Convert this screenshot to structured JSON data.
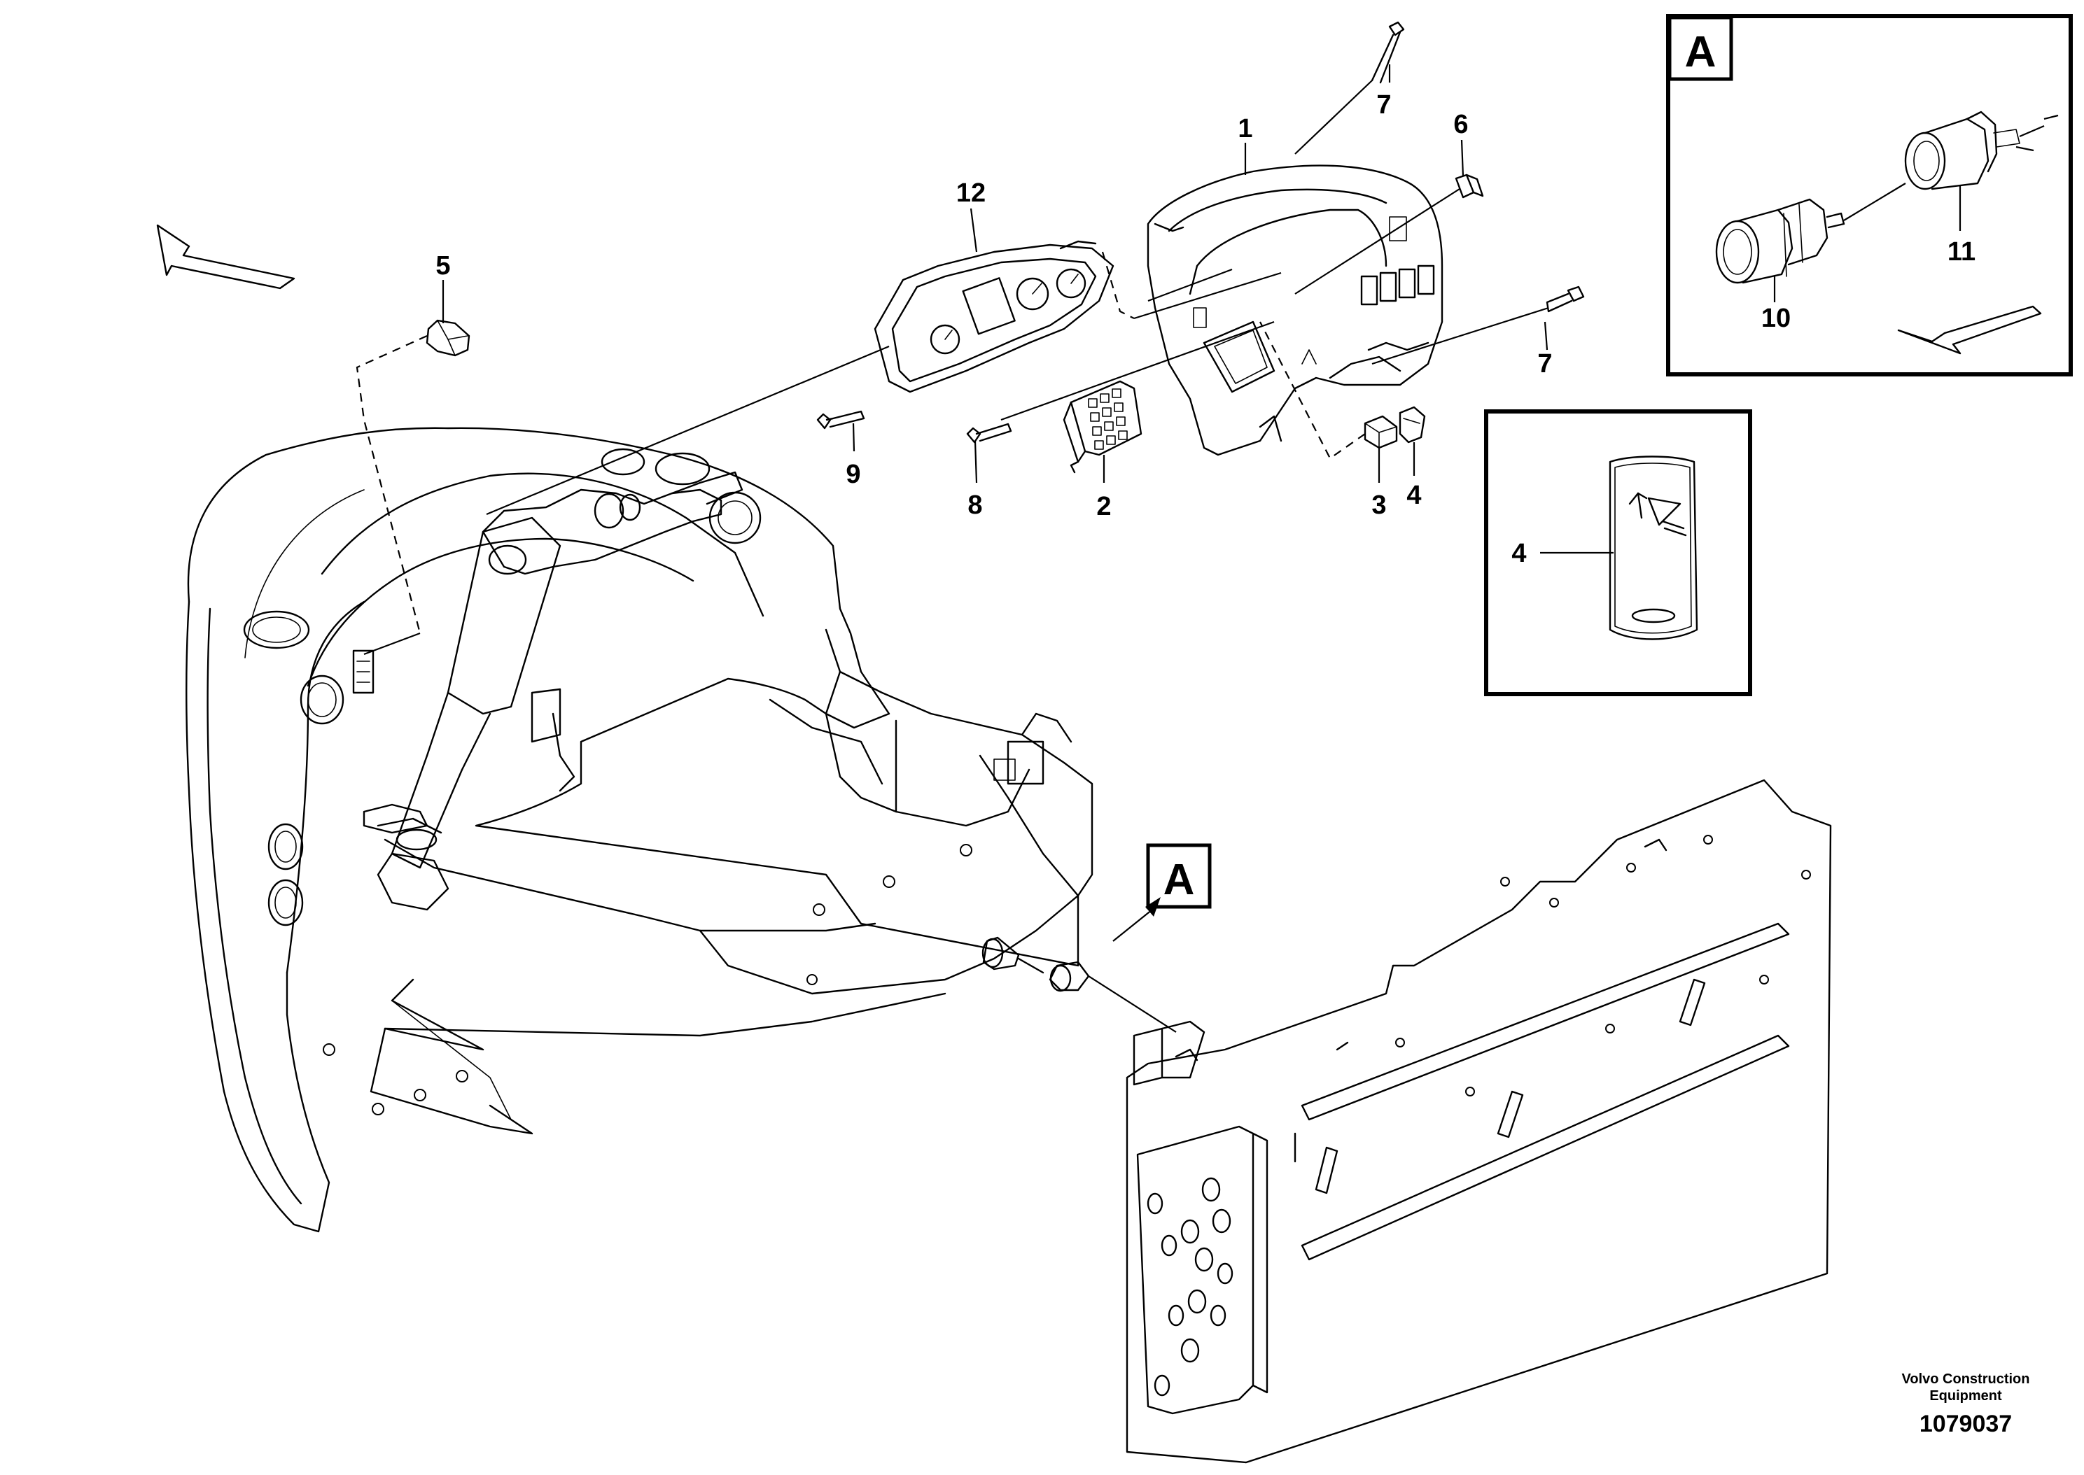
{
  "callouts": {
    "c1": "1",
    "c2": "2",
    "c3": "3",
    "c4": "4",
    "c5": "5",
    "c6": "6",
    "c7a": "7",
    "c7b": "7",
    "c8": "8",
    "c9": "9",
    "c10": "10",
    "c11": "11",
    "c12": "12",
    "c4_detail": "4"
  },
  "detail_box_letter": "A",
  "view_marker_letter": "A",
  "credit_line1": "Volvo Construction",
  "credit_line2": "Equipment",
  "document_number": "1079037"
}
